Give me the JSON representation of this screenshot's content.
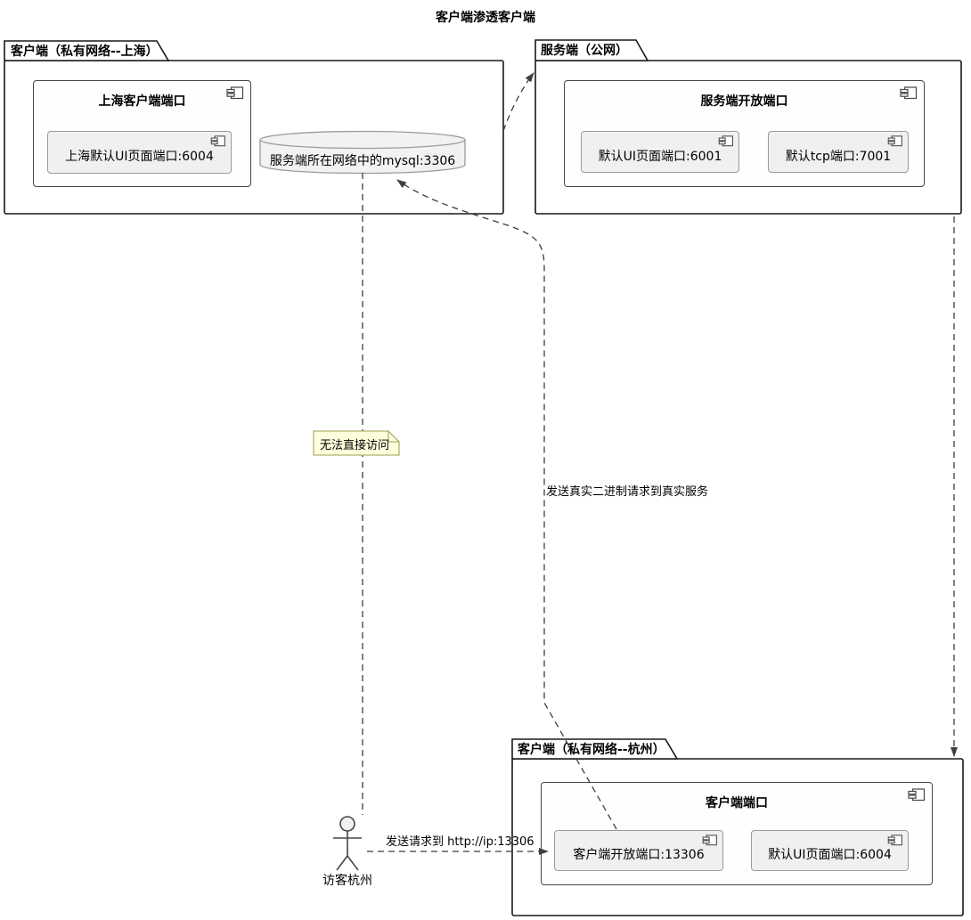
{
  "diagram_title": "客户端渗透客户端",
  "packages": {
    "shanghai": {
      "label": "客户端（私有网络--上海）",
      "component": {
        "title": "上海客户端端口",
        "children": {
          "ui": {
            "label": "上海默认UI页面端口:6004"
          }
        }
      }
    },
    "server": {
      "label": "服务端（公网）",
      "component": {
        "title": "服务端开放端口",
        "children": {
          "ui": {
            "label": "默认UI页面端口:6001"
          },
          "tcp": {
            "label": "默认tcp端口:7001"
          }
        }
      }
    },
    "hangzhou": {
      "label": "客户端（私有网络--杭州）",
      "component": {
        "title": "客户端端口",
        "children": {
          "open": {
            "label": "客户端开放端口:13306"
          },
          "ui": {
            "label": "默认UI页面端口:6004"
          }
        }
      }
    }
  },
  "database": {
    "label": "服务端所在网络中的mysql:3306"
  },
  "note": {
    "text": "无法直接访问"
  },
  "actor": {
    "label": "访客杭州"
  },
  "edges": {
    "visitor_request": {
      "label": "发送请求到 http://ip:13306"
    },
    "binary_forward": {
      "label": "发送真实二进制请求到真实服务"
    }
  },
  "colors": {
    "package_border": "#181818",
    "component_border": "#454645",
    "inner_component_fill": "#f0f0f0",
    "inner_component_border": "#9a9a9a",
    "database_fill": "#f2f2f2",
    "note_fill": "#feffdd",
    "note_border": "#9c9c4e",
    "connector": "#3f3f3f"
  }
}
